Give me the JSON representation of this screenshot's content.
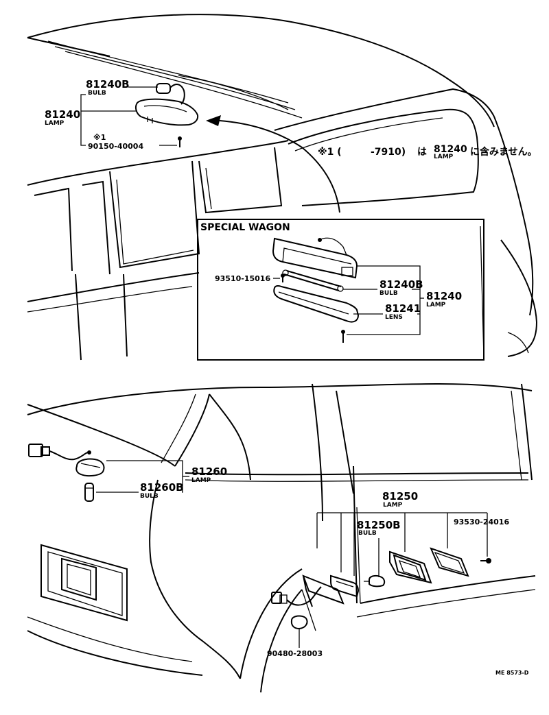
{
  "upper": {
    "bulb_pn": "81240B",
    "bulb_sub": "BULB",
    "lamp_pn": "81240",
    "lamp_sub": "LAMP",
    "screw_mark": "※1",
    "screw_pn": "90150-40004",
    "note_prefix": "※1 (",
    "note_range": "-7910)",
    "note_ha": "は",
    "note_pn": "81240",
    "note_pn_sub": "LAMP",
    "note_suffix": "に含みません。"
  },
  "special_wagon": {
    "title": "SPECIAL WAGON",
    "bulb_small_pn": "93510-15016",
    "bulb_pn": "81240B",
    "bulb_sub": "BULB",
    "lens_pn": "81241",
    "lens_sub": "LENS",
    "lamp_pn": "81240",
    "lamp_sub": "LAMP"
  },
  "side_lamp": {
    "lamp_pn": "81260",
    "lamp_sub": "LAMP",
    "bulb_pn": "81260B",
    "bulb_sub": "BULB"
  },
  "rear_lamp": {
    "lamp_pn": "81250",
    "lamp_sub": "LAMP",
    "bulb_pn": "81250B",
    "bulb_sub": "BULB",
    "screw_pn": "93530-24016",
    "socket_pn": "90480-28003"
  },
  "drawing_code": "ME 8573-D"
}
